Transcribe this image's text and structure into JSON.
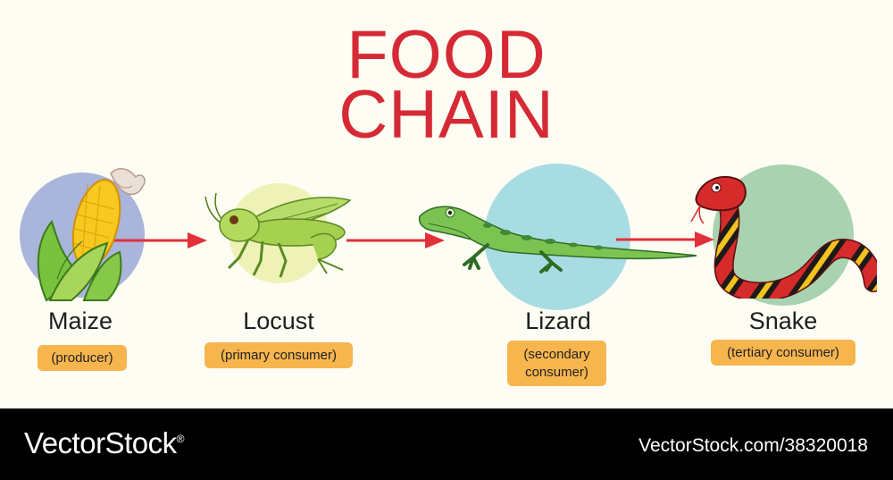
{
  "title": {
    "line1": "FOOD",
    "line2": "CHAIN"
  },
  "organisms": [
    {
      "name": "Maize",
      "role": "(producer)"
    },
    {
      "name": "Locust",
      "role": "(primary consumer)"
    },
    {
      "name": "Lizard",
      "role": "(secondary\nconsumer)"
    },
    {
      "name": "Snake",
      "role": "(tertiary consumer)"
    }
  ],
  "footer": {
    "brand": "VectorStock",
    "brand_mark": "®",
    "image_id": "VectorStock.com/38320018"
  },
  "colors": {
    "title": "#d52a35",
    "arrow": "#e2303a",
    "role_badge": "#f7b54e",
    "maize_circle": "#a9b5da",
    "locust_circle": "#eef2b6",
    "lizard_circle": "#a8dce3",
    "snake_circle": "#a9d2b0",
    "background": "#fefdf3",
    "footer": "#000000"
  },
  "icons": [
    "maize-icon",
    "locust-icon",
    "lizard-icon",
    "snake-icon",
    "arrow-icon"
  ]
}
